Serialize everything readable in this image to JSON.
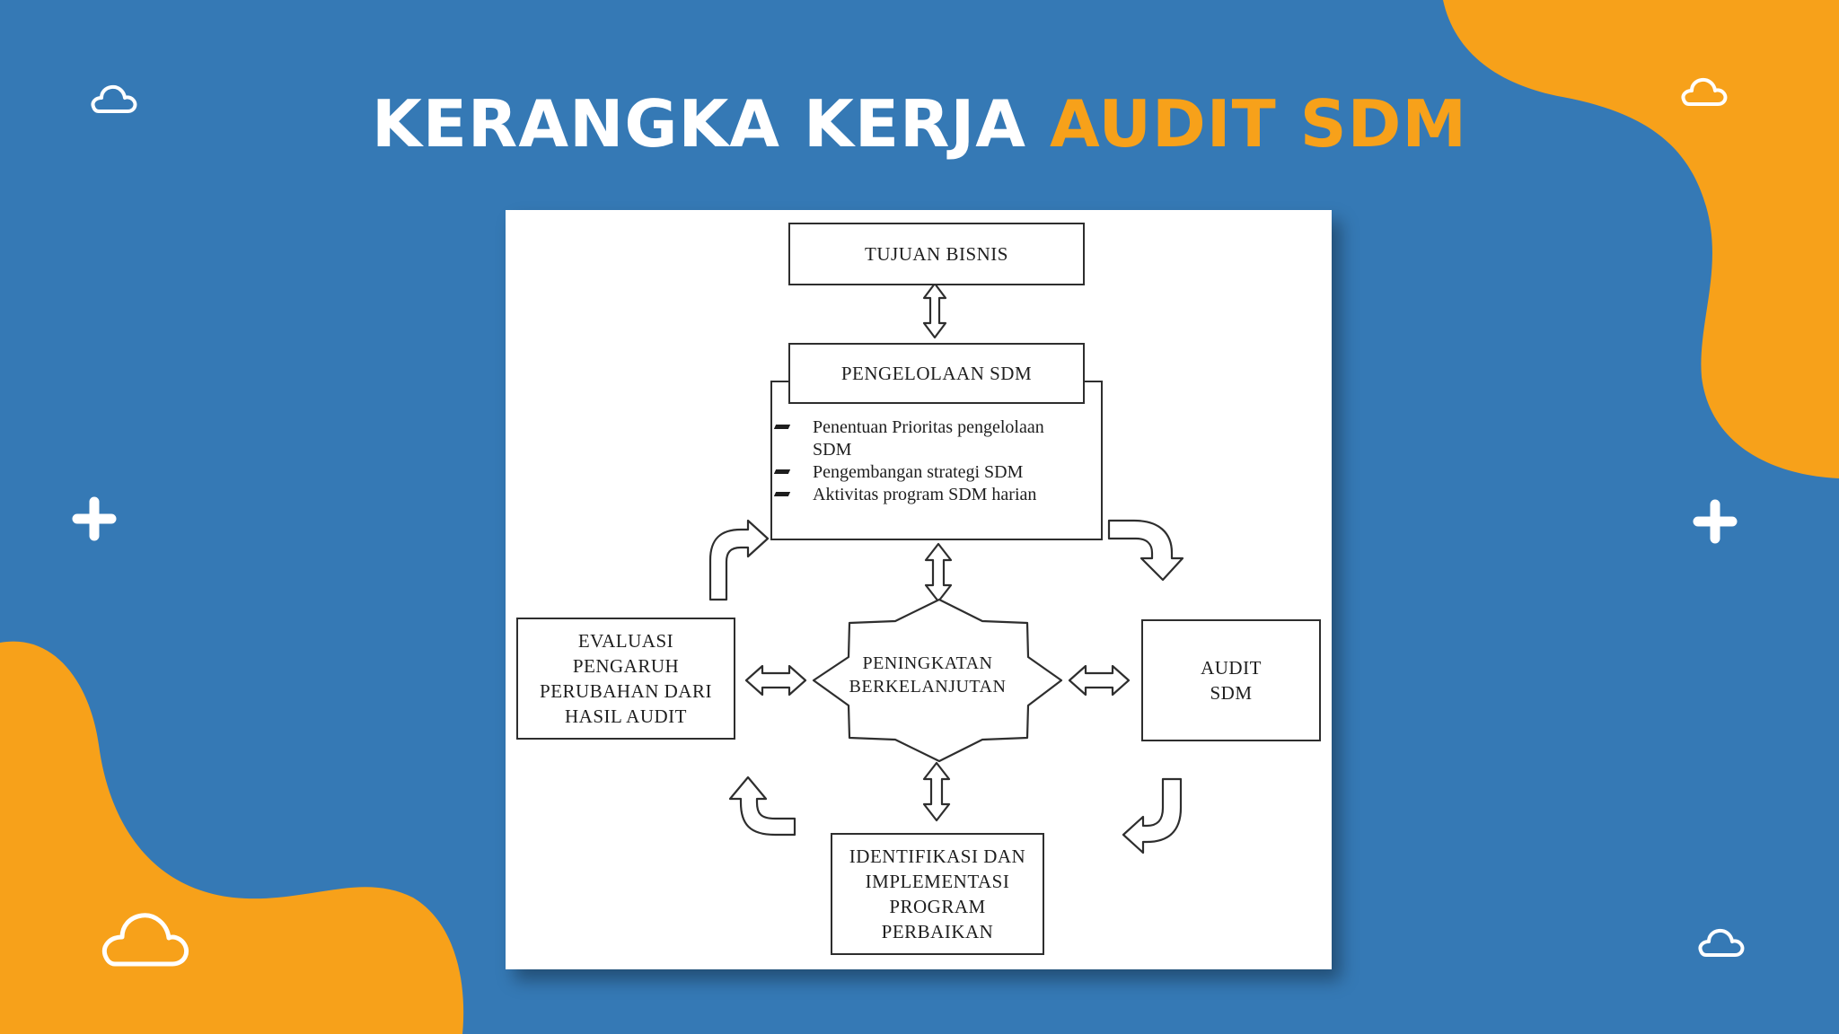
{
  "slide": {
    "title_white": "KERANGKA KERJA",
    "title_accent": "AUDIT SDM",
    "colors": {
      "background": "#3579b5",
      "accent": "#f7a11a",
      "white": "#ffffff"
    },
    "decorations": [
      "cloud-icon",
      "cloud-icon",
      "cloud-icon",
      "cloud-icon",
      "plus-icon",
      "plus-icon"
    ]
  },
  "diagram": {
    "top_box": "TUJUAN BISNIS",
    "management_box": {
      "title": "PENGELOLAAN SDM",
      "items": [
        "Penentuan Prioritas pengelolaan SDM",
        "Pengembangan strategi SDM",
        "Aktivitas program SDM harian"
      ]
    },
    "left_box": [
      "EVALUASI",
      "PENGARUH",
      "PERUBAHAN DARI",
      "HASIL AUDIT"
    ],
    "center_star": [
      "PENINGKATAN",
      "BERKELANJUTAN"
    ],
    "right_box": [
      "AUDIT",
      "SDM"
    ],
    "bottom_box": [
      "IDENTIFIKASI DAN",
      "IMPLEMENTASI",
      "PROGRAM",
      "PERBAIKAN"
    ]
  }
}
